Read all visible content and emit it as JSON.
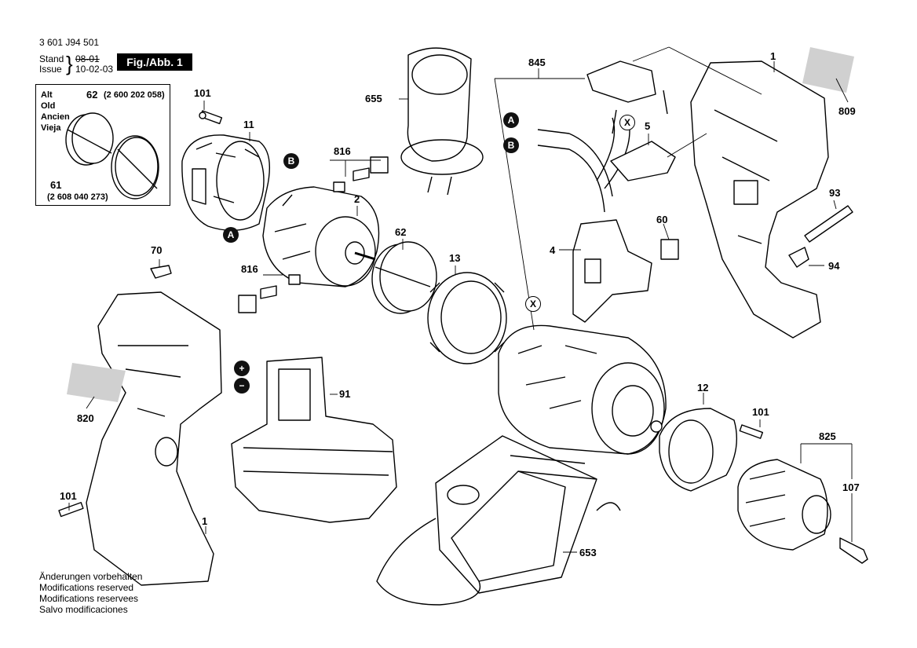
{
  "header": {
    "doc_number": "3 601 J94 501",
    "stand_label": "Stand",
    "issue_label": "Issue",
    "stand_old": "08-01",
    "stand_new": "10-02-03",
    "fig_label": "Fig./Abb. 1"
  },
  "alt_box": {
    "labels": [
      "Alt",
      "Old",
      "Ancien",
      "Vieja"
    ],
    "ref_62": "62",
    "part_62": "(2 600 202 058)",
    "ref_61": "61",
    "part_61": "(2 608 040 273)"
  },
  "callouts": {
    "r101a": "101",
    "r11": "11",
    "r655": "655",
    "r845": "845",
    "r1a": "1",
    "r809": "809",
    "r816a": "816",
    "r2": "2",
    "r62": "62",
    "r13": "13",
    "r816b": "816",
    "r70": "70",
    "r5": "5",
    "r4": "4",
    "r60": "60",
    "r93": "93",
    "r94": "94",
    "r91": "91",
    "r820": "820",
    "r12": "12",
    "r101b": "101",
    "r825": "825",
    "r107": "107",
    "r101c": "101",
    "r1b": "1",
    "r653": "653"
  },
  "connectors": {
    "A1": "A",
    "B1": "B",
    "A2": "A",
    "B2": "B",
    "X1": "X",
    "X2": "X",
    "plus": "+",
    "minus": "−"
  },
  "footer": {
    "lines": [
      "Änderungen vorbehalten",
      "Modifications reserved",
      "Modifications reservees",
      "Salvo modificaciones"
    ]
  }
}
